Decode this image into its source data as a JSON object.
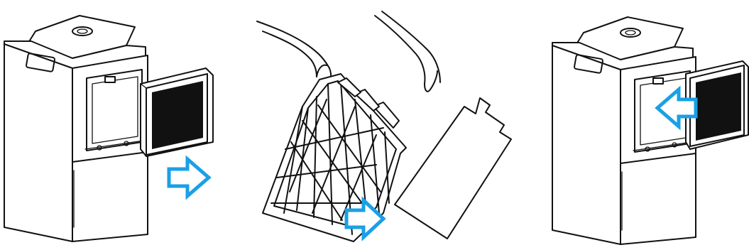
{
  "steps": [
    {
      "action": "remove-filter-cassette",
      "arrow_direction": "right"
    },
    {
      "action": "separate-filters",
      "arrow_direction": "right"
    },
    {
      "action": "insert-filter-cassette",
      "arrow_direction": "left"
    }
  ],
  "colors": {
    "arrow": "#1AA0E6",
    "line": "#111111",
    "background": "#FFFFFF"
  }
}
